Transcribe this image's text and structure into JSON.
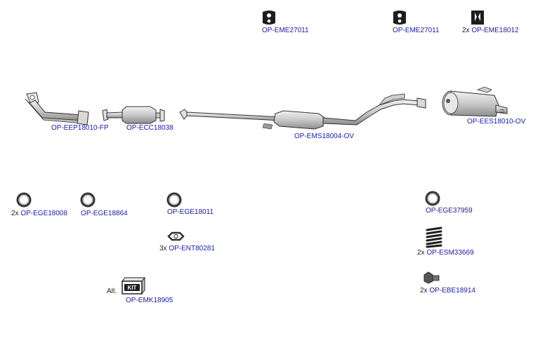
{
  "colors": {
    "link": "#1a1aa6",
    "outline": "#333333",
    "part_fill": "#cfcfcf",
    "part_shade": "#9a9a9a"
  },
  "parts": {
    "mount_1": {
      "code": "OP-EME27011",
      "qty": "",
      "icon": "rubber-mount-icon"
    },
    "mount_2": {
      "code": "OP-EME27011",
      "qty": "",
      "icon": "rubber-mount-icon"
    },
    "mount_3": {
      "code": "OP-EME18012",
      "qty": "2x",
      "icon": "rubber-mount-icon"
    },
    "front_pipe": {
      "code": "OP-EEP18010-FP",
      "qty": "",
      "icon": "front-pipe-icon"
    },
    "catalyst": {
      "code": "OP-ECC18038",
      "qty": "",
      "icon": "catalytic-converter-icon"
    },
    "middle_silencer": {
      "code": "OP-EMS18004-OV",
      "qty": "",
      "icon": "middle-silencer-icon"
    },
    "rear_silencer": {
      "code": "OP-EES18010-OV",
      "qty": "",
      "icon": "rear-silencer-icon"
    },
    "gasket_1": {
      "code": "OP-EGE18008",
      "qty": "2x",
      "icon": "gasket-ring-icon"
    },
    "gasket_2": {
      "code": "OP-EGE18864",
      "qty": "",
      "icon": "gasket-ring-icon"
    },
    "gasket_3": {
      "code": "OP-EGE18011",
      "qty": "",
      "icon": "gasket-ring-icon"
    },
    "gasket_4": {
      "code": "OP-EGE37959",
      "qty": "",
      "icon": "gasket-ring-icon"
    },
    "nut": {
      "code": "OP-ENT80281",
      "qty": "3x",
      "icon": "hex-nut-icon"
    },
    "spring": {
      "code": "OP-ESM33669",
      "qty": "2x",
      "icon": "spring-icon"
    },
    "bolt": {
      "code": "OP-EBE18914",
      "qty": "2x",
      "icon": "bolt-icon"
    },
    "kit": {
      "code": "OP-EMK18905",
      "qty": "",
      "alt": "Alt.",
      "icon": "kit-box-icon",
      "box_text": "KIT"
    }
  }
}
